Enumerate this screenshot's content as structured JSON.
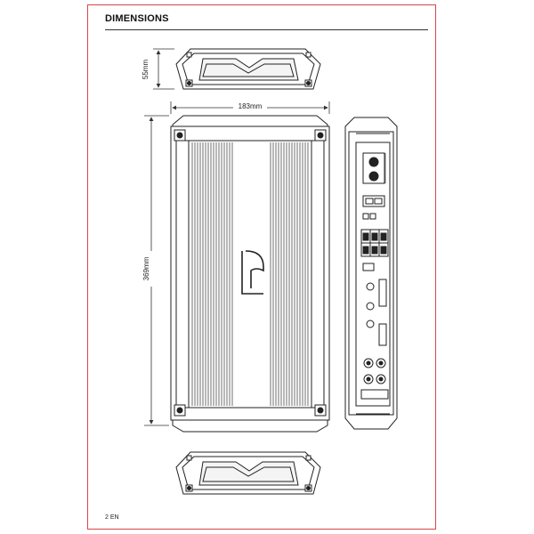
{
  "header": {
    "title": "DIMENSIONS"
  },
  "dimensions": {
    "height": "55mm",
    "width": "183mm",
    "length": "369mm"
  },
  "footer": {
    "page": "2 EN"
  }
}
